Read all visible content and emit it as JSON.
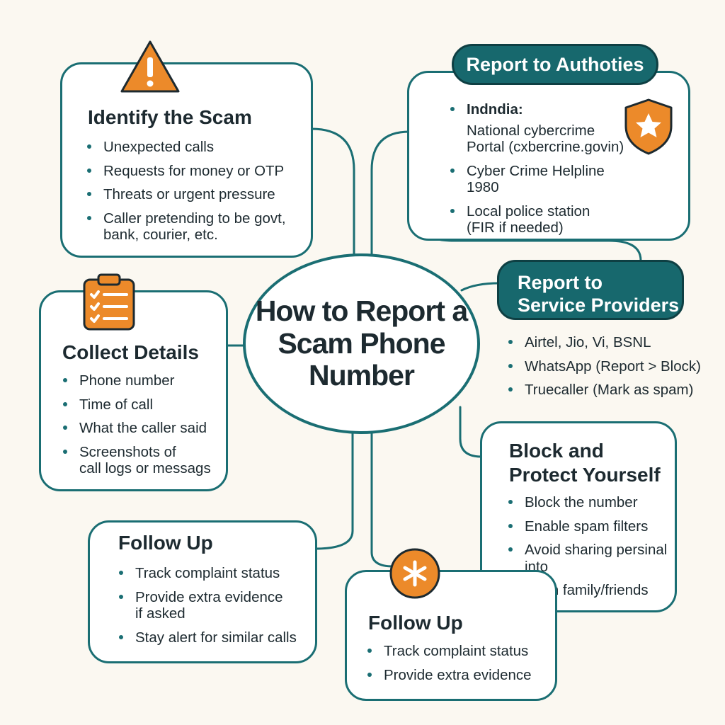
{
  "center": {
    "title": "How to Report a Scam Phone Number"
  },
  "identify": {
    "title": "Identify the Scam",
    "items": [
      "Unexpected calls",
      "Requests for money or OTP",
      "Threats or urgent pressure"
    ],
    "item4_line1": "Caller pretending to be govt,",
    "item4_line2": "bank, courier, etc."
  },
  "authorities": {
    "pill": "Report to Authoties",
    "item1_line1": "Indndia:",
    "item1_line2": "National cybercrime",
    "item1_line3": "Portal (cxbercrine.govin)",
    "item2": "Cyber Crime Helpline 1980",
    "item3_line1": "Local police station",
    "item3_line2": "(FIR if needed)"
  },
  "collect": {
    "title": "Collect Details",
    "items": [
      "Phone number",
      "Time of call",
      "What the caller said"
    ],
    "item4_line1": "Screenshots of",
    "item4_line2": "call logs or messags"
  },
  "providers": {
    "pill_line1": "Report to",
    "pill_line2": "Service Providers",
    "items": [
      "Airtel, Jio, Vi, BSNL",
      "WhatsApp (Report > Block)",
      "Truecaller (Mark as spam)"
    ]
  },
  "block": {
    "title_line1": "Block and",
    "title_line2": "Protect Yourself",
    "items": [
      "Block the number",
      "Enable spam filters"
    ],
    "item3_line1": "Avoid sharing persinal",
    "item3_line2": "into",
    "item4": "Warn family/friends"
  },
  "followup_left": {
    "title": "Follow Up",
    "item1": "Track complaint status",
    "item2_line1": "Provide extra evidence",
    "item2_line2": "if asked",
    "item3": "Stay alert for similar calls"
  },
  "followup_bottom": {
    "title": "Follow Up",
    "items": [
      "Track complaint status",
      "Provide extra evidence"
    ]
  },
  "icons": [
    "warning-icon",
    "shield-star-icon",
    "clipboard-checklist-icon",
    "asterisk-icon"
  ],
  "colors": {
    "teal": "#1a6e73",
    "orange": "#ec8a2a",
    "background": "#fbf8f1"
  }
}
